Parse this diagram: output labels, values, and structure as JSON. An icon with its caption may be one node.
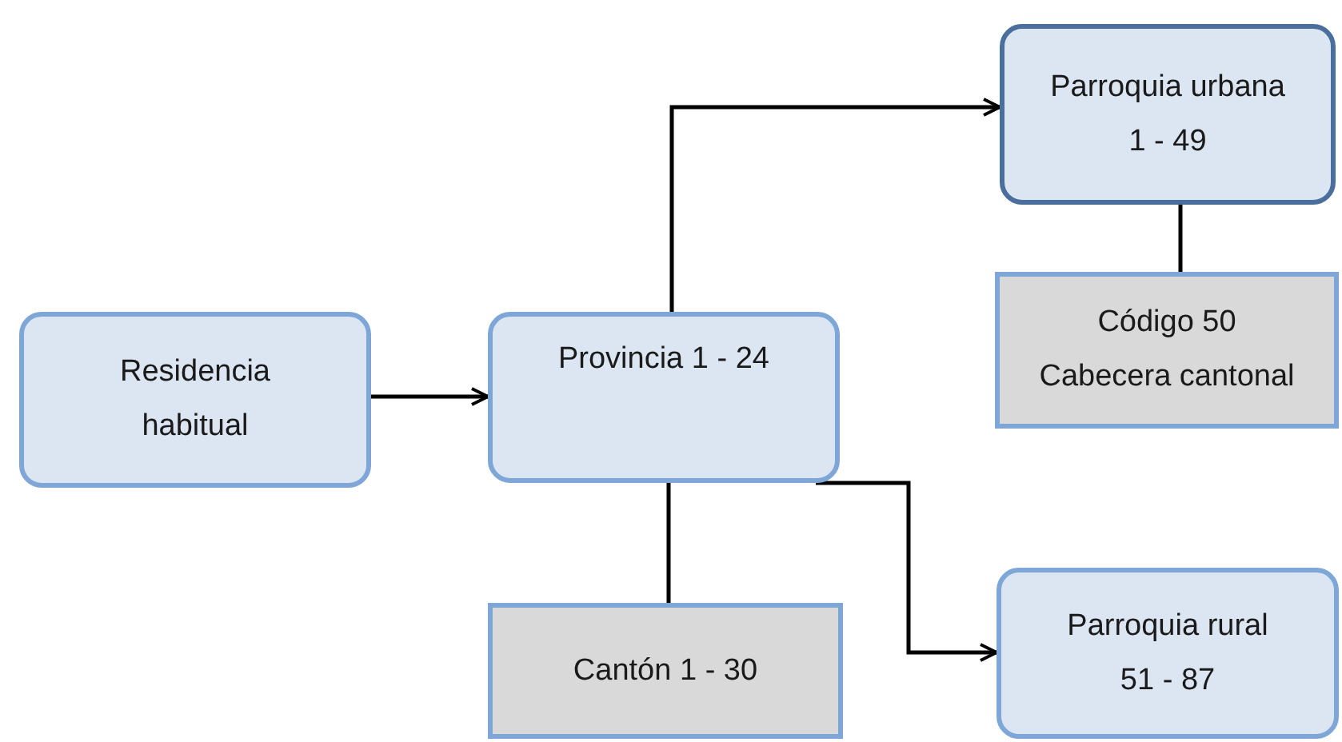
{
  "diagram": {
    "nodes": [
      {
        "text": [
          "Residencia habitual"
        ]
      },
      {
        "text": [
          "Provincia 1 - 24"
        ]
      },
      {
        "text": [
          "Parroquia urbana",
          "1 - 49"
        ]
      },
      {
        "text": [
          "Código 50",
          "Cabecera cantonal"
        ]
      },
      {
        "text": [
          "Cantón 1 - 30"
        ]
      },
      {
        "text": [
          "Parroquia rural",
          "51 - 87"
        ]
      }
    ],
    "edges": [
      {
        "from": 0,
        "to": 1,
        "arrow": "to"
      },
      {
        "from": 1,
        "to": 2,
        "arrow": "to"
      },
      {
        "from": 2,
        "to": 3,
        "arrow": "none"
      },
      {
        "from": 1,
        "to": 4,
        "arrow": "none"
      },
      {
        "from": 1,
        "to": 5,
        "arrow": "to"
      }
    ]
  }
}
